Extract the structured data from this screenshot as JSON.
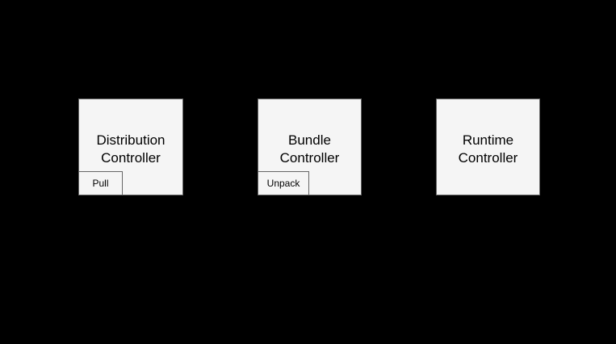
{
  "colors": {
    "background": "#000000",
    "node_fill": "#f5f5f5",
    "node_border": "#666666",
    "node_text": "#000000"
  },
  "diagram": {
    "type": "flow-diagram",
    "nodes": [
      {
        "label": "Distribution\nController",
        "badge": "Pull"
      },
      {
        "label": "Bundle\nController",
        "badge": "Unpack"
      },
      {
        "label": "Runtime\nController"
      }
    ]
  }
}
